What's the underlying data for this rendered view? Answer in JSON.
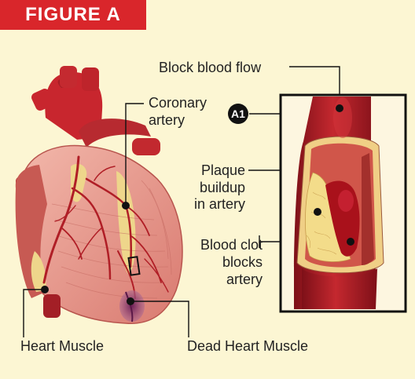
{
  "figure": {
    "label": "FIGURE A"
  },
  "labels": {
    "block_flow": "Block blood flow",
    "coronary": [
      "Coronary",
      "artery"
    ],
    "plaque": [
      "Plaque",
      "buildup",
      "in artery"
    ],
    "clot": [
      "Blood clot",
      "blocks",
      "artery"
    ],
    "heart_muscle": "Heart Muscle",
    "dead_muscle": "Dead Heart Muscle"
  },
  "badge": "A1",
  "colors": {
    "banner": "#D9262B",
    "background": "#FCF6D3",
    "artery_red": "#B01E26",
    "muscle_pink": "#E9A096",
    "plaque_yellow": "#F1DE8E",
    "dead_tissue": "#8A3A6E"
  }
}
